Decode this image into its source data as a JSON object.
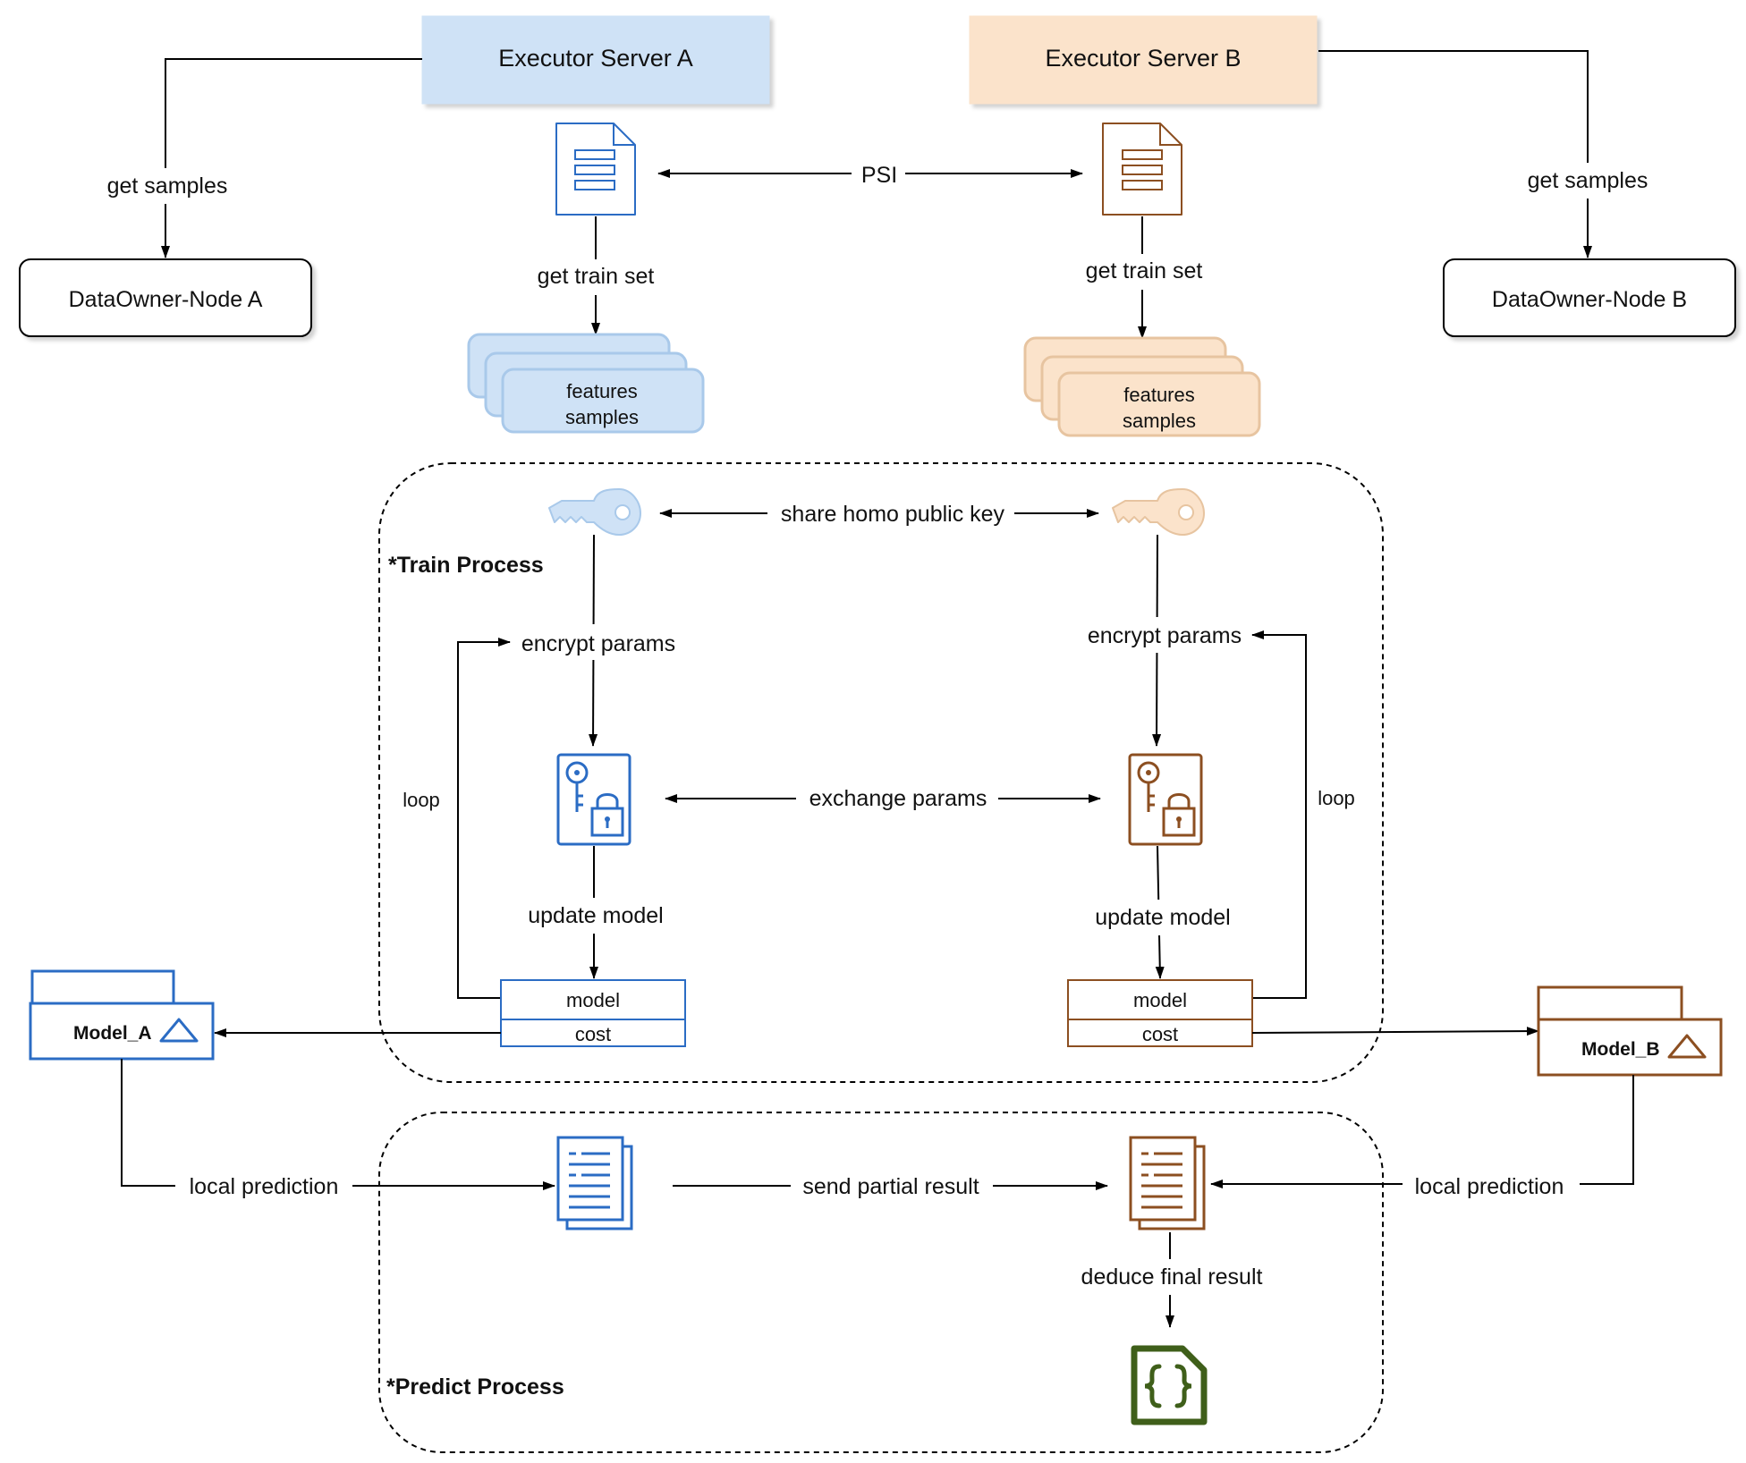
{
  "colors": {
    "blue": "#2b6cc4",
    "blue_light": "#a9c9ea",
    "blue_fill": "#cfe2f6",
    "brown": "#8c4f21",
    "brown_light": "#e7c4a0",
    "brown_fill": "#fbe3cb",
    "green": "#3f5f1a"
  },
  "servers": {
    "a": "Executor Server A",
    "b": "Executor Server B"
  },
  "nodes": {
    "a": "DataOwner-Node A",
    "b": "DataOwner-Node B"
  },
  "stacks": {
    "a": [
      "features",
      "samples"
    ],
    "b": [
      "features",
      "samples"
    ]
  },
  "edges": {
    "get_samples_a": "get samples",
    "get_samples_b": "get samples",
    "psi": "PSI",
    "get_train_set_a": "get train set",
    "get_train_set_b": "get train set",
    "share_key": "share homo public key",
    "encrypt_a": "encrypt params",
    "encrypt_b": "encrypt params",
    "exchange": "exchange params",
    "update_a": "update model",
    "update_b": "update model",
    "loop_a": "loop",
    "loop_b": "loop",
    "local_pred_a": "local prediction",
    "local_pred_b": "local prediction",
    "send_partial": "send partial result",
    "deduce": "deduce final result"
  },
  "groups": {
    "train": "*Train Process",
    "predict": "*Predict Process"
  },
  "tables": {
    "a": [
      "model",
      "cost"
    ],
    "b": [
      "model",
      "cost"
    ]
  },
  "models": {
    "a": "Model_A",
    "b": "Model_B"
  },
  "icons": {
    "doc_a": "document-icon",
    "doc_b": "document-icon",
    "key_a": "key-icon",
    "key_b": "key-icon",
    "lock_a": "encrypted-file-icon",
    "lock_b": "encrypted-file-icon",
    "result_a": "documents-icon",
    "result_b": "documents-icon",
    "final": "json-file-icon"
  }
}
